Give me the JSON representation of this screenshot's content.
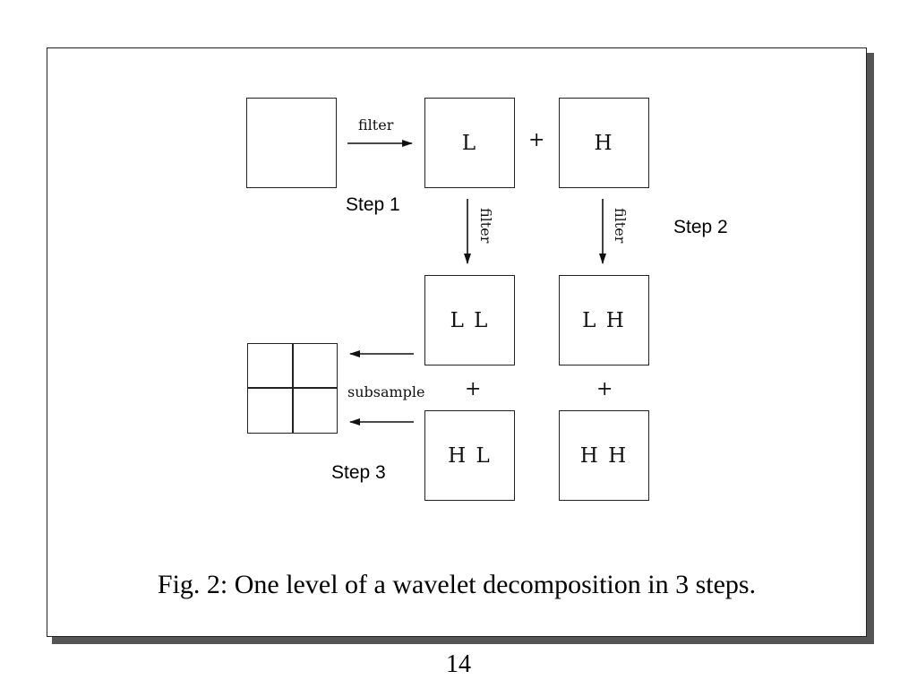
{
  "diagram": {
    "input_box": "",
    "filter_label": "filter",
    "filter_label_vertical_left": "filter",
    "filter_label_vertical_right": "filter",
    "subsample_label": "subsample",
    "plus_sign": "+",
    "step1": "Step 1",
    "step2": "Step 2",
    "step3": "Step 3",
    "box_L": "L",
    "box_H": "H",
    "box_LL": "L L",
    "box_LH": "L H",
    "box_HL": "H L",
    "box_HH": "H H"
  },
  "caption": "Fig. 2: One level of a wavelet decomposition in 3 steps.",
  "page_number": "14"
}
